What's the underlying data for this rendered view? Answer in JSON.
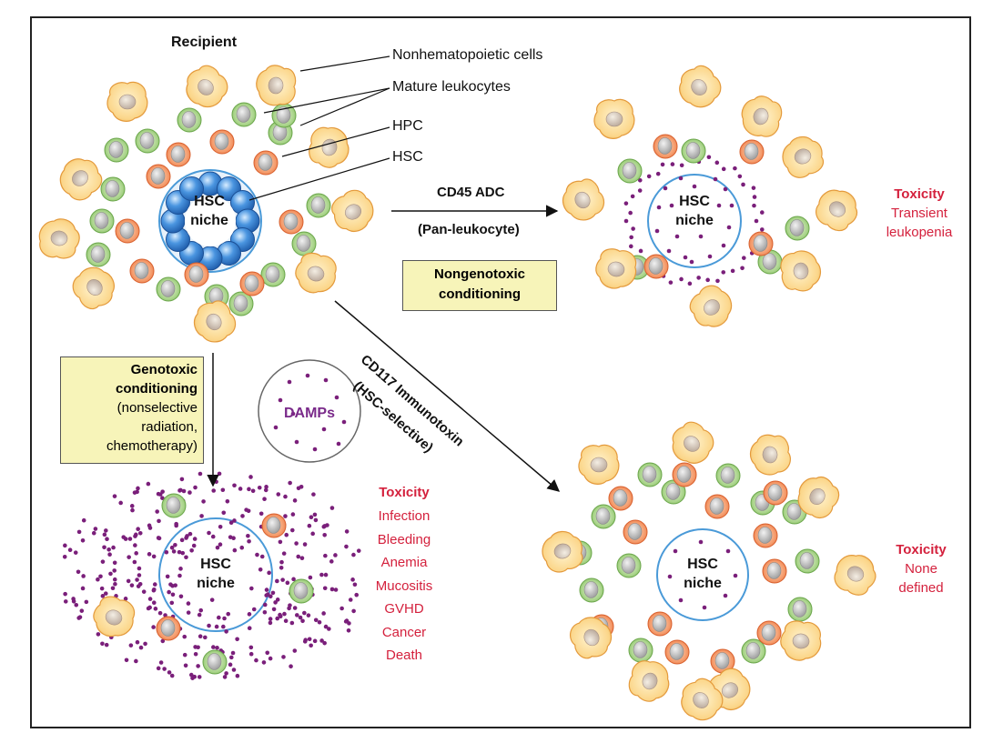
{
  "recipient": {
    "title": "Recipient",
    "niche_label": [
      "HSC",
      "niche"
    ],
    "callouts": {
      "nonhematopoietic": "Nonhematopoietic cells",
      "mature_leukocytes": "Mature leukocytes",
      "hpc": "HPC",
      "hsc": "HSC"
    }
  },
  "cd45": {
    "arrow_label": "CD45 ADC",
    "arrow_sublabel": "(Pan-leukocyte)",
    "niche_label": [
      "HSC",
      "niche"
    ],
    "toxicity_title": "Toxicity",
    "toxicity_items": [
      "Transient",
      "leukopenia"
    ]
  },
  "nongenotoxic_box": [
    "Nongenotoxic",
    "conditioning"
  ],
  "genotoxic_box": {
    "lines_bold": [
      "Genotoxic",
      "conditioning"
    ],
    "lines": [
      "(nonselective",
      "radiation,",
      "chemotherapy)"
    ]
  },
  "damps": "DAMPs",
  "genotoxic_result": {
    "niche_label": [
      "HSC",
      "niche"
    ],
    "toxicity_title": "Toxicity",
    "toxicity_items": [
      "Infection",
      "Bleeding",
      "Anemia",
      "Mucositis",
      "GVHD",
      "Cancer",
      "Death"
    ]
  },
  "cd117": {
    "arrow_label": "CD117 Immunotoxin",
    "arrow_sublabel": "(HSC-selective)",
    "niche_label": [
      "HSC",
      "niche"
    ],
    "toxicity_title": "Toxicity",
    "toxicity_items": [
      "None",
      "defined"
    ]
  },
  "colors": {
    "hsc_blue": "#3d86d6",
    "niche_ring": "#4a9ad8",
    "dots": "#7a1f7a",
    "toxicity_red": "#d4213d",
    "box_fill": "#f7f4b9"
  }
}
